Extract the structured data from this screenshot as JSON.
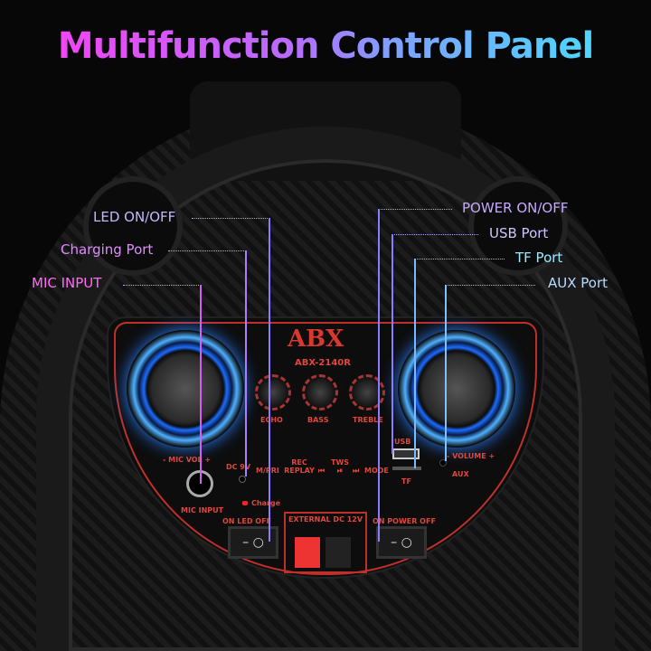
{
  "title": "Multifunction Control Panel",
  "callouts": [
    {
      "label": "LED ON/OFF",
      "color": "#c8b4ff"
    },
    {
      "label": "Charging Port",
      "color": "#e08cff"
    },
    {
      "label": "MIC INPUT",
      "color": "#ff6cf4"
    },
    {
      "label": "POWER ON/OFF",
      "color": "#c8a8ff"
    },
    {
      "label": "USB Port",
      "color": "#d0c4ff"
    },
    {
      "label": "TF Port",
      "color": "#9ee8ff"
    },
    {
      "label": "AUX Port",
      "color": "#b8dcff"
    }
  ],
  "panel": {
    "brand": "ABX",
    "model": "ABX-2140R",
    "knobs": [
      "ECHO",
      "BASS",
      "TREBLE"
    ],
    "mic_vol": "- MIC VOL +",
    "volume": "- VOLUME +",
    "dc": "DC 9V",
    "buttons": [
      "M/PRI",
      "REC REPLAY",
      "⏮",
      "TWS ⏯",
      "⏭",
      "MODE"
    ],
    "usb": "USB",
    "tf": "TF",
    "aux": "AUX",
    "charge": "Charge",
    "mic_input": "MIC INPUT",
    "led_switch": "ON  LED  OFF",
    "power_switch": "ON  POWER  OFF",
    "external": "EXTERNAL DC 12V"
  }
}
